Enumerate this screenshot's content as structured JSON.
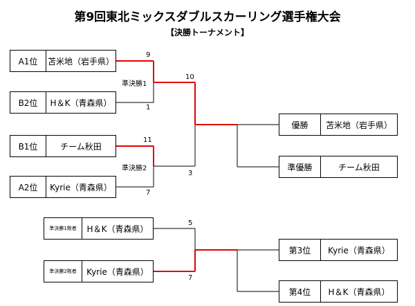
{
  "title": "第9回東北ミックスダブルスカーリング選手権大会",
  "subtitle": "【決勝トーナメント】",
  "semifinal": {
    "entries": [
      {
        "seed": "A1位",
        "team": "苫米地（岩手県）",
        "score": "9"
      },
      {
        "seed": "B2位",
        "team": "H＆K（青森県）",
        "score": "1"
      },
      {
        "seed": "B1位",
        "team": "チーム秋田",
        "score": "11"
      },
      {
        "seed": "A2位",
        "team": "Kyrie（青森県）",
        "score": "7"
      }
    ],
    "labels": [
      "準決勝1",
      "準決勝2"
    ]
  },
  "final": {
    "scores": [
      "10",
      "3"
    ],
    "results": [
      {
        "place": "優勝",
        "team": "苫米地（岩手県）"
      },
      {
        "place": "準優勝",
        "team": "チーム秋田"
      }
    ]
  },
  "third_place": {
    "entries": [
      {
        "seed": "準決勝1敗者",
        "team": "H＆K（青森県）",
        "score": "5"
      },
      {
        "seed": "準決勝2敗者",
        "team": "Kyrie（青森県）",
        "score": "7"
      }
    ],
    "results": [
      {
        "place": "第3位",
        "team": "Kyrie（青森県）"
      },
      {
        "place": "第4位",
        "team": "H＆K（青森県）"
      }
    ]
  },
  "colors": {
    "line": "#000000",
    "winner_line": "#e00000"
  }
}
